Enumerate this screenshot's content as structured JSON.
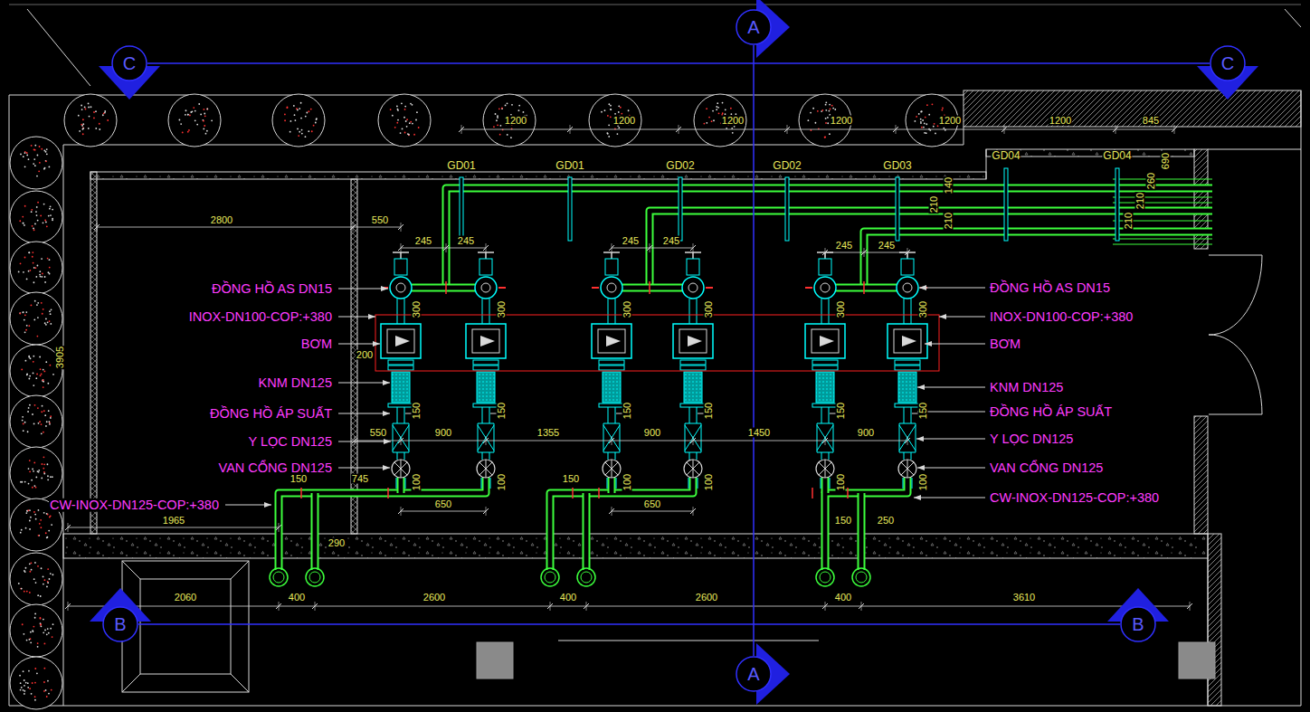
{
  "diagram": {
    "nodes": [
      {
        "text": [
          "C"
        ]
      },
      {
        "text": [
          "A"
        ]
      },
      {
        "text": [
          "C"
        ]
      },
      {
        "text": [
          "B"
        ]
      },
      {
        "text": [
          "A"
        ]
      },
      {
        "text": [
          "B"
        ]
      }
    ],
    "edges": [
      {
        "from": 0,
        "to": 2,
        "arrow": "none"
      },
      {
        "from": 1,
        "to": 4,
        "arrow": "none"
      },
      {
        "from": 3,
        "to": 5,
        "arrow": "none"
      }
    ],
    "labels": [
      "1200",
      "1200",
      "1200",
      "1200",
      "1200",
      "1200",
      "845",
      "GD01",
      "GD01",
      "GD02",
      "GD02",
      "GD03",
      "GD04",
      "GD04",
      "690",
      "140",
      "210",
      "210",
      "260",
      "210",
      "210",
      "2800",
      "550",
      "245",
      "245",
      "245",
      "245",
      "245",
      "245",
      "ĐỒNG HỒ AS DN15",
      "INOX-DN100-COP:+380",
      "BƠM",
      "KNM DN125",
      "ĐỒNG HỒ ÁP SUẤT",
      "Y LỌC DN125",
      "VAN CỔNG DN125",
      "CW-INOX-DN125-COP:+380",
      "ĐỒNG HỒ AS DN15",
      "INOX-DN100-COP:+380",
      "BƠM",
      "KNM DN125",
      "ĐỒNG HỒ ÁP SUẤT",
      "Y LỌC DN125",
      "VAN CỔNG DN125",
      "CW-INOX-DN125-COP:+380",
      "300",
      "300",
      "300",
      "300",
      "300",
      "300",
      "200",
      "3905",
      "150",
      "150",
      "150",
      "150",
      "150",
      "150",
      "550",
      "900",
      "1355",
      "900",
      "1450",
      "900",
      "150",
      "745",
      "150",
      "100",
      "100",
      "100",
      "100",
      "100",
      "100",
      "1965",
      "650",
      "650",
      "150",
      "250",
      "290",
      "2060",
      "400",
      "2600",
      "400",
      "2600",
      "400",
      "3610"
    ]
  }
}
